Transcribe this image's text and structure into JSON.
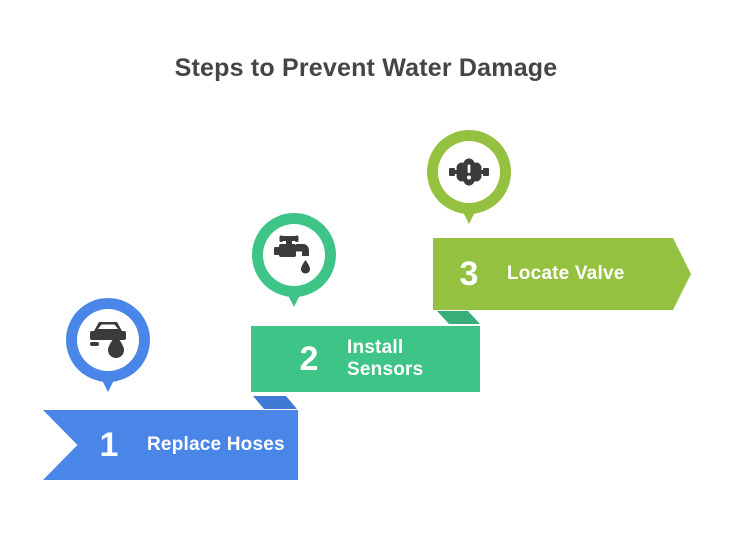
{
  "title": "Steps to Prevent Water Damage",
  "colors": {
    "background": "#ffffff",
    "title": "#454545",
    "step_text": "#ffffff",
    "icon": "#3b3b3b",
    "pin_ring": "#ffffff"
  },
  "steps": [
    {
      "number": "1",
      "label": "Replace Hoses",
      "color": "#4a86e8",
      "fold_color": "#3e79d6",
      "icon": "car-leak-icon"
    },
    {
      "number": "2",
      "label": "Install Sensors",
      "color": "#3ec487",
      "fold_color": "#35ae77",
      "icon": "faucet-drip-icon"
    },
    {
      "number": "3",
      "label": "Locate Valve",
      "color": "#94c13f",
      "fold_color": "#83ad35",
      "icon": "water-valve-icon"
    }
  ]
}
